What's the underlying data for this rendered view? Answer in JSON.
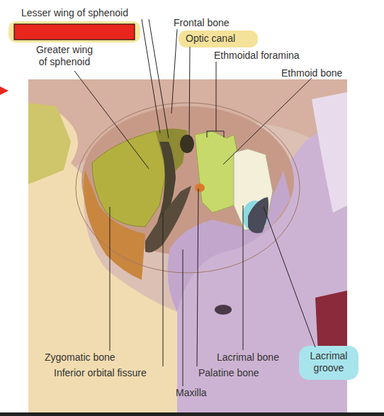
{
  "diagram": {
    "labels": [
      "Lesser wing of sphenoid",
      "Frontal bone",
      "Optic canal",
      "Ethmoidal foramina",
      "Ethmoid bone",
      "Greater wing of sphenoid",
      "Zygomatic bone",
      "Lacrimal bone",
      "Lacrimal groove",
      "Inferior orbital fissure",
      "Palatine bone",
      "Maxilla"
    ]
  }
}
